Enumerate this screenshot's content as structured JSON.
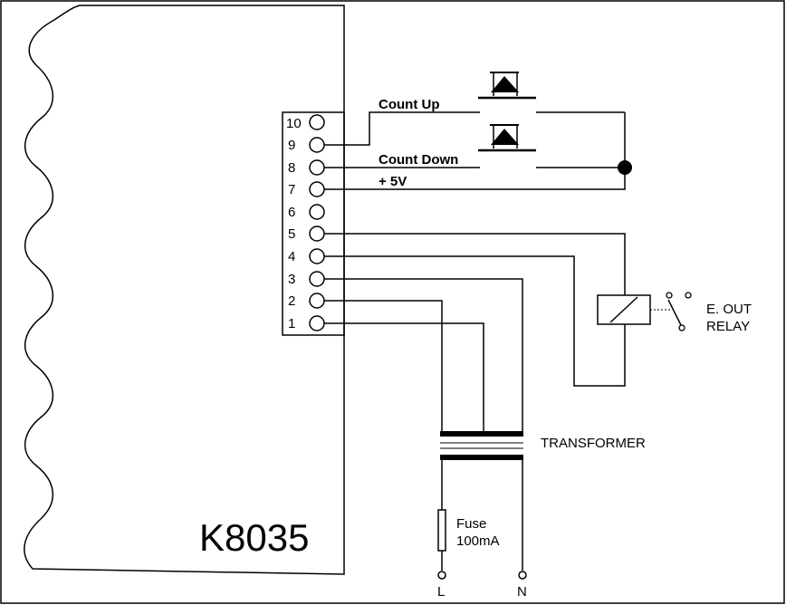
{
  "module": {
    "name": "K8035"
  },
  "terminals": [
    "10",
    "9",
    "8",
    "7",
    "6",
    "5",
    "4",
    "3",
    "2",
    "1"
  ],
  "inputs": {
    "count_up": "Count Up",
    "count_down": "Count Down",
    "supply": "+ 5V"
  },
  "relay": {
    "line1": "E. OUT",
    "line2": "RELAY"
  },
  "transformer": {
    "label": "TRANSFORMER"
  },
  "fuse": {
    "line1": "Fuse",
    "line2": "100mA"
  },
  "mains": {
    "live": "L",
    "neutral": "N"
  }
}
